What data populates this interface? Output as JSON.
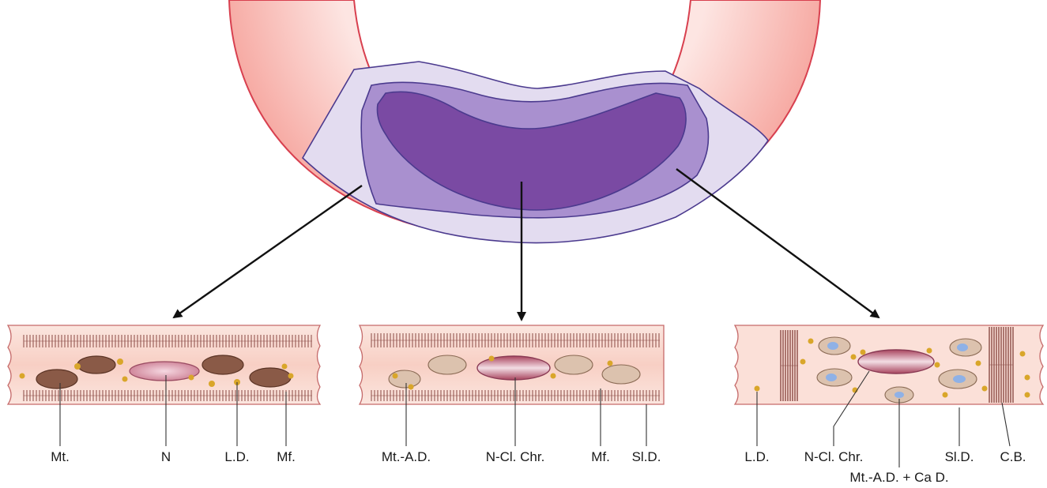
{
  "colors": {
    "wall_outer": "#f6a7a0",
    "wall_inner": "#fde5e2",
    "wall_edge": "#d8404f",
    "zone_outer": "#e3dcf0",
    "zone_mid": "#a990cf",
    "zone_core": "#7a4aa3",
    "zone_edge": "#4b3a8e",
    "cell_fill": "#f8cfc4",
    "nucleus": "#b7586f",
    "mito_normal": "#8a5a47",
    "mito_swollen": "#dcc2ae",
    "lipid": "#d9a62a",
    "calcium": "#8fb1e6"
  },
  "labels": {
    "left": [
      "Mt.",
      "N",
      "L.D.",
      "Mf."
    ],
    "middle": [
      "Mt.-A.D.",
      "N-Cl. Chr.",
      "Mf.",
      "Sl.D."
    ],
    "right": [
      "L.D.",
      "N-Cl. Chr.",
      "Sl.D.",
      "C.B."
    ],
    "right_bottom": "Mt.-A.D. + Ca D."
  }
}
